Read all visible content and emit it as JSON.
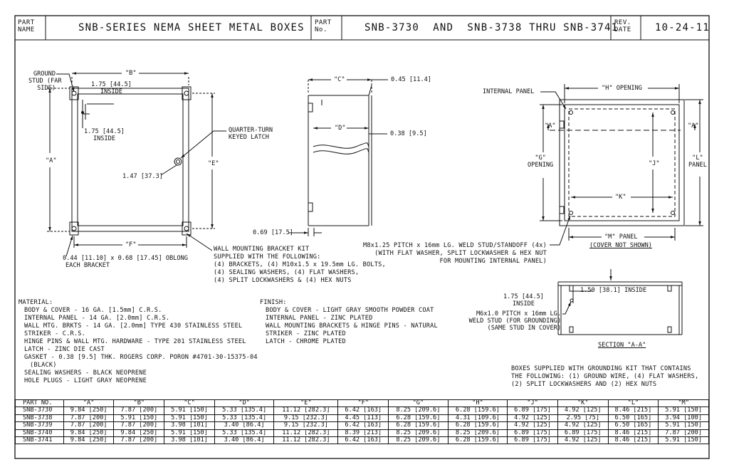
{
  "title_block": {
    "part_name_label": [
      "PART",
      "NAME"
    ],
    "part_name": "SNB-SERIES NEMA SHEET METAL BOXES",
    "part_no_label": [
      "PART",
      "No."
    ],
    "part_no": "SNB-3730  AND  SNB-3738 THRU SNB-3741",
    "rev_label": [
      "REV.",
      "DATE"
    ],
    "rev_date": "10-24-11"
  },
  "front_view": {
    "ground_stud": [
      "GROUND",
      "STUD (FAR",
      "SIDE)"
    ],
    "dim_b": "\"B\"",
    "dim_inside_top": [
      "1.75 [44.5]",
      "INSIDE"
    ],
    "dim_inside_side": [
      "1.75 [44.5]",
      "INSIDE"
    ],
    "latch": [
      "QUARTER-TURN",
      "KEYED LATCH"
    ],
    "dim_a": "\"A\"",
    "dim_e": "\"E\"",
    "dim_latch": "1.47 [37.3]",
    "dim_f": "\"F\"",
    "oblong": [
      "0.44 [11.10] x 0.68 [17.45] OBLONG",
      "EACH BRACKET"
    ]
  },
  "side_view": {
    "dim_c": "\"C\"",
    "dim_flange": "0.45 [11.4]",
    "dim_d": "\"D\"",
    "dim_gasket": "0.38 [9.5]",
    "dim_bracket": "0.69 [17.5]"
  },
  "bracket_kit": [
    "WALL MOUNTING BRACKET KIT",
    "SUPPLIED WITH THE FOLLOWING:",
    "(4) BRACKETS, (4) M10x1.5 x 19.5mm LG. BOLTS,",
    "(4) SEALING WASHERS, (4) FLAT WASHERS,",
    "(4) SPLIT LOCKWASHERS & (4) HEX NUTS"
  ],
  "rear_view": {
    "internal_panel": "INTERNAL PANEL",
    "dim_h": "\"H\" OPENING",
    "sect_a_left": "\"A\"",
    "sect_a_right": "\"A\"",
    "dim_g": [
      "\"G\"",
      "OPENING"
    ],
    "dim_j": "\"J\"",
    "dim_l": [
      "\"L\"",
      "PANEL"
    ],
    "dim_k": "\"K\"",
    "dim_m": "\"M\" PANEL",
    "cover_not_shown": "(COVER NOT SHOWN)",
    "weld_stud": [
      "M8x1.25 PITCH x 16mm LG. WELD STUD/STANDOFF (4x)",
      "(WITH FLAT WASHER, SPLIT LOCKWASHER & HEX NUT",
      "FOR MOUNTING INTERNAL PANEL)"
    ]
  },
  "section_view": {
    "dim_inside_top": "1.50 [38.1] INSIDE",
    "dim_inside_side": [
      "1.75 [44.5]",
      "INSIDE"
    ],
    "ground_stud": [
      "M6x1.0 PITCH x 16mm LG.",
      "WELD STUD (FOR GROUNDING)",
      "(SAME STUD IN COVER)"
    ],
    "title": "SECTION \"A-A\""
  },
  "material": {
    "heading": "MATERIAL:",
    "lines": [
      "BODY & COVER - 16 GA. [1.5mm] C.R.S.",
      "INTERNAL PANEL - 14 GA. [2.0mm] C.R.S.",
      "WALL MTG. BRKTS - 14 GA. [2.0mm] TYPE 430 STAINLESS STEEL",
      "STRIKER - C.R.S.",
      "HINGE PINS & WALL MTG. HARDWARE - TYPE 201 STAINLESS STEEL",
      "LATCH - ZINC DIE CAST",
      "GASKET - 0.38 [9.5] THK. ROGERS CORP. PORON #4701-30-15375-04",
      "(BLACK)",
      "SEALING WASHERS - BLACK NEOPRENE",
      "HOLE PLUGS - LIGHT GRAY NEOPRENE"
    ]
  },
  "finish": {
    "heading": "FINISH:",
    "lines": [
      "BODY & COVER - LIGHT GRAY SMOOTH POWDER COAT",
      "INTERNAL PANEL - ZINC PLATED",
      "WALL MOUNTING BRACKETS & HINGE PINS - NATURAL",
      "STRIKER - ZINC PLATED",
      "LATCH - CHROME PLATED"
    ]
  },
  "grounding_kit": [
    "BOXES SUPPLIED WITH GROUNDING KIT THAT CONTAINS",
    "THE FOLLOWING: (1) GROUND WIRE, (4) FLAT WASHERS,",
    "(2) SPLIT LOCKWASHERS AND (2) HEX NUTS"
  ],
  "parts_table": {
    "headers": [
      "PART NO.",
      "\"A\"",
      "\"B\"",
      "\"C\"",
      "\"D\"",
      "\"E\"",
      "\"F\"",
      "\"G\"",
      "\"H\"",
      "\"J\"",
      "\"K\"",
      "\"L\"",
      "\"M\""
    ],
    "rows": [
      [
        "SNB-3730",
        "9.84 [250]",
        "7.87 [200]",
        "5.91 [150]",
        "5.33 [135.4]",
        "11.12 [282.3]",
        "6.42 [163]",
        "8.25 [209.6]",
        "6.28 [159.6]",
        "6.89 [175]",
        "4.92 [125]",
        "8.46 [215]",
        "5.91 [150]"
      ],
      [
        "SNB-3738",
        "7.87 [200]",
        "5.91 [150]",
        "5.91 [150]",
        "5.33 [135.4]",
        "9.15 [232.3]",
        "4.45 [113]",
        "6.28 [159.6]",
        "4.31 [109.6]",
        "4.92 [125]",
        "2.95 [75]",
        "6.50 [165]",
        "3.94 [100]"
      ],
      [
        "SNB-3739",
        "7.87 [200]",
        "7.87 [200]",
        "3.98 [101]",
        "3.40 [86.4]",
        "9.15 [232.3]",
        "6.42 [163]",
        "6.28 [159.6]",
        "6.28 [159.6]",
        "4.92 [125]",
        "4.92 [125]",
        "6.50 [165]",
        "5.91 [150]"
      ],
      [
        "SNB-3740",
        "9.84 [250]",
        "9.84 [250]",
        "5.91 [150]",
        "5.33 [135.4]",
        "11.12 [282.3]",
        "8.39 [213]",
        "8.25 [209.6]",
        "8.25 [209.6]",
        "6.89 [175]",
        "6.89 [175]",
        "8.46 [215]",
        "7.87 [200]"
      ],
      [
        "SNB-3741",
        "9.84 [250]",
        "7.87 [200]",
        "3.98 [101]",
        "3.40 [86.4]",
        "11.12 [282.3]",
        "6.42 [163]",
        "8.25 [209.6]",
        "6.28 [159.6]",
        "6.89 [175]",
        "4.92 [125]",
        "8.46 [215]",
        "5.91 [150]"
      ]
    ]
  }
}
